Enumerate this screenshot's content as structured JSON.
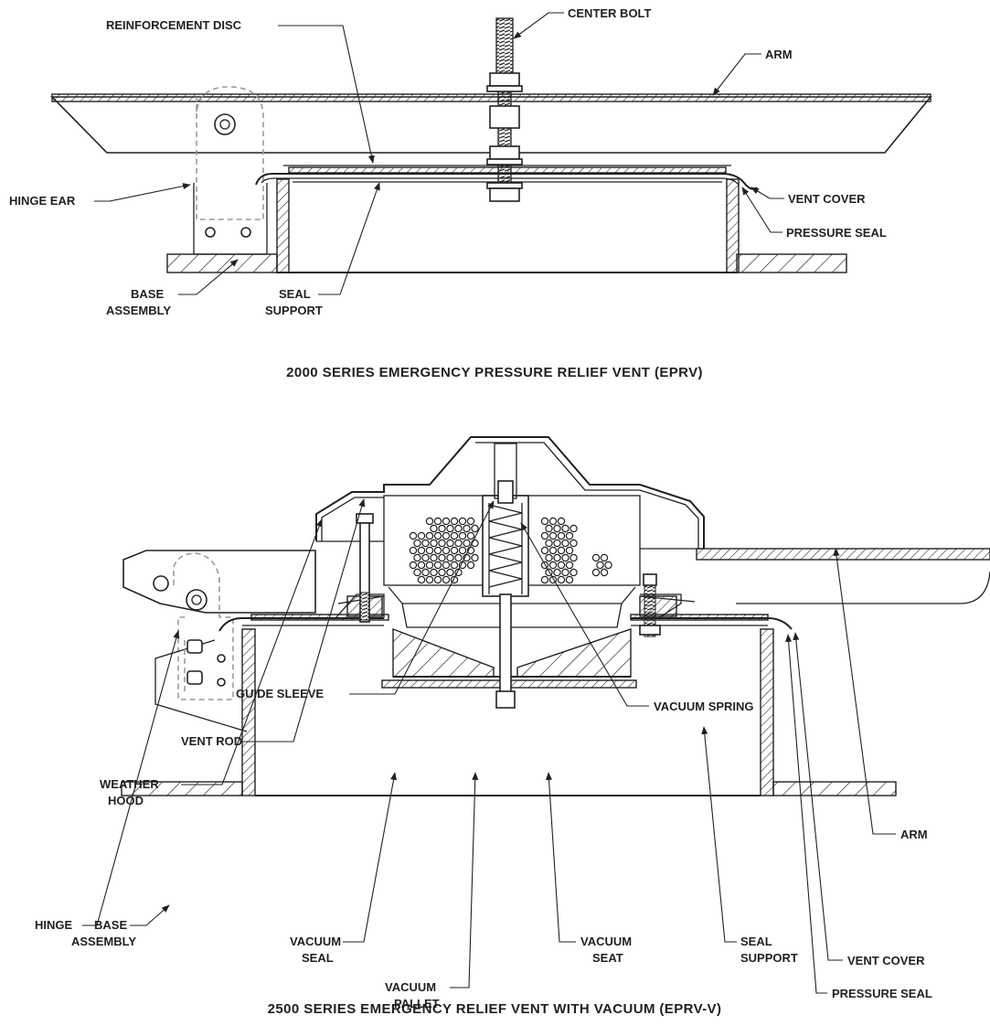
{
  "top_figure": {
    "caption": "2000 SERIES EMERGENCY PRESSURE RELIEF VENT (EPRV)",
    "labels": {
      "center_bolt": "CENTER BOLT",
      "reinforcement_disc": "REINFORCEMENT DISC",
      "arm": "ARM",
      "hinge_ear": "HINGE EAR",
      "vent_cover": "VENT COVER",
      "pressure_seal": "PRESSURE SEAL",
      "base_assembly_1": "BASE",
      "base_assembly_2": "ASSEMBLY",
      "seal_support_1": "SEAL",
      "seal_support_2": "SUPPORT"
    }
  },
  "bottom_figure": {
    "caption": "2500 SERIES EMERGENCY RELIEF VENT WITH VACUUM (EPRV-V)",
    "labels": {
      "guide_sleeve": "GUIDE SLEEVE",
      "vacuum_spring": "VACUUM SPRING",
      "vent_rod": "VENT ROD",
      "weather_hood_1": "WEATHER",
      "weather_hood_2": "HOOD",
      "arm": "ARM",
      "hinge": "HINGE",
      "vent_cover": "VENT COVER",
      "pressure_seal": "PRESSURE SEAL",
      "base_assembly_1": "BASE",
      "base_assembly_2": "ASSEMBLY",
      "vacuum_seal_1": "VACUUM",
      "vacuum_seal_2": "SEAL",
      "vacuum_seat_1": "VACUUM",
      "vacuum_seat_2": "SEAT",
      "seal_support_1": "SEAL",
      "seal_support_2": "SUPPORT",
      "vacuum_pallet_1": "VACUUM",
      "vacuum_pallet_2": "PALLET"
    }
  }
}
